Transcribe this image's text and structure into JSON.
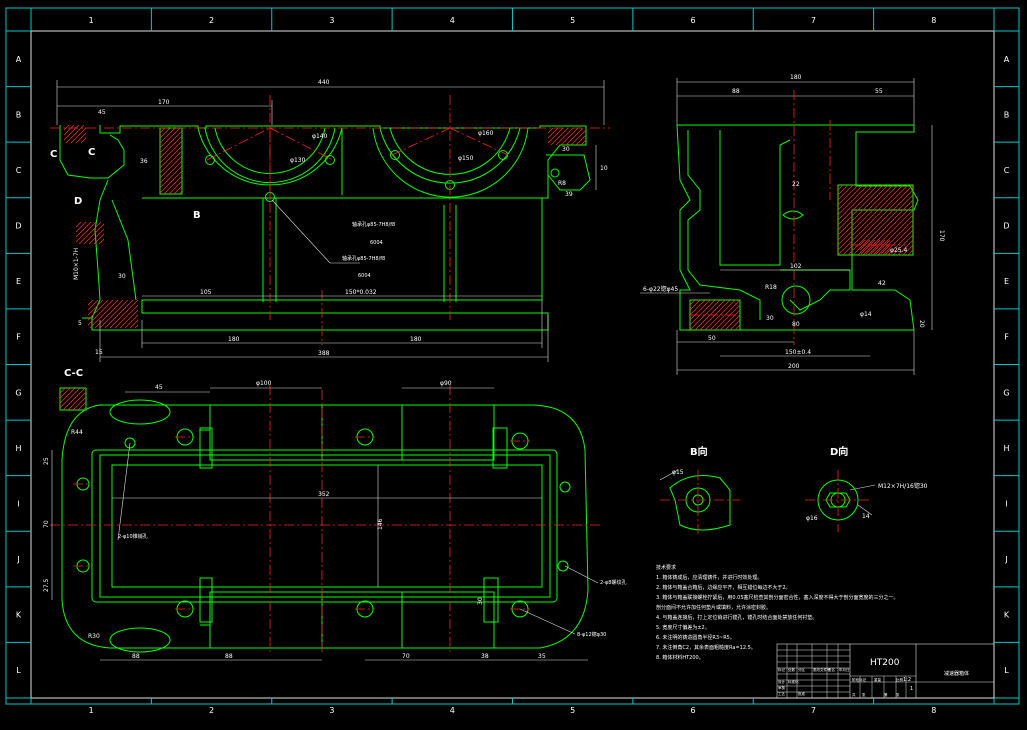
{
  "frame": {
    "columns": [
      "1",
      "2",
      "3",
      "4",
      "5",
      "6",
      "7",
      "8"
    ],
    "rows": [
      "A",
      "B",
      "C",
      "D",
      "E",
      "F",
      "G",
      "H",
      "I",
      "J",
      "K",
      "L"
    ]
  },
  "section_labels": {
    "c_left": "C",
    "c_right": "C",
    "d": "D",
    "b": "B",
    "cc": "C-C",
    "b_view": "B向",
    "d_view": "D向"
  },
  "dims": {
    "front_total": "440",
    "front_170": "170",
    "front_45": "45",
    "front_36": "36",
    "front_105": "105",
    "front_1507": "150*0.032",
    "front_180": "180",
    "front_180b": "180",
    "front_388": "388",
    "front_15": "15",
    "front_5": "5",
    "front_30": "30",
    "front_10": "10",
    "front_r8": "R8",
    "front_39": "39",
    "front_30b": "30",
    "front_m": "M10×1-7H",
    "bore1": "φ140",
    "bore2": "φ160",
    "bore1_in": "φ130",
    "bore2_in": "φ150",
    "fit1": "轴承孔φ85-7H8/f8",
    "fit1b": "6004",
    "fit2": "轴承孔φ85-7H8/f8",
    "fit2b": "6004",
    "side_180": "180",
    "side_88": "88",
    "side_55": "55",
    "side_22": "22",
    "side_102": "102",
    "side_42": "42",
    "side_r18": "R18",
    "side_170": "170",
    "side_50": "50",
    "side_80": "80",
    "side_1507": "150±0.4",
    "side_200": "200",
    "side_20": "20",
    "side_holes": "6-φ22锪φ45",
    "side_30": "30",
    "side_114": "φ14",
    "side_r8": "φ25.4",
    "top_45": "45",
    "top_d1": "φ100",
    "top_d2": "φ90",
    "top_r44": "R44",
    "top_352": "352",
    "top_146": "146",
    "top_25": "25",
    "top_70": "70",
    "top_275": "27.5",
    "top_r30": "R30",
    "top_88": "88",
    "top_88b": "88",
    "top_70b": "70",
    "top_38": "38",
    "top_35": "35",
    "top_30": "30",
    "top_holes1": "2-φ10锥销孔",
    "top_holes2": "2-φ8螺纹孔",
    "top_holes3": "8-φ12锪φ30",
    "bview_r": "φ15",
    "dview_m": "M12×7H/16锪30",
    "dview_14": "14",
    "dview_r": "φ16"
  },
  "notes": {
    "title": "技术要求",
    "lines": [
      "1. 箱体铸成后，应清理铸件，并进行时效处理。",
      "2. 箱体与箱盖合箱后，边缘应平齐，相互错位每边不大于2。",
      "3. 箱体与箱盖联接螺栓拧紧后，用0.05塞尺检查其剖分面密合性，塞入深度不得大于剖分面宽度的三分之一。",
      "   剖分面间不允许加任何垫片或填料，允许涂密封胶。",
      "4. 与箱盖连接后，打上定位销进行镗孔，镗孔时结合面处禁放任何衬垫。",
      "5. 宽度尺寸偏差为±2。",
      "6. 未注明的铸造圆角半径R3~R5。",
      "7. 未注倒角C2，其余表面粗糙度Ra=12.5。",
      "8. 箱体材料HT200。"
    ]
  },
  "title_block": {
    "material": "HT200",
    "part_name": "减速器箱体",
    "scale": "1:2",
    "sheet": "1",
    "small_labels": [
      "标记",
      "处数",
      "分区",
      "更改文件号",
      "签名",
      "年月日",
      "设计",
      "标准化",
      "阶段标记",
      "重量",
      "比例",
      "审核",
      "工艺",
      "批准",
      "共",
      "张",
      "第",
      "张"
    ]
  }
}
